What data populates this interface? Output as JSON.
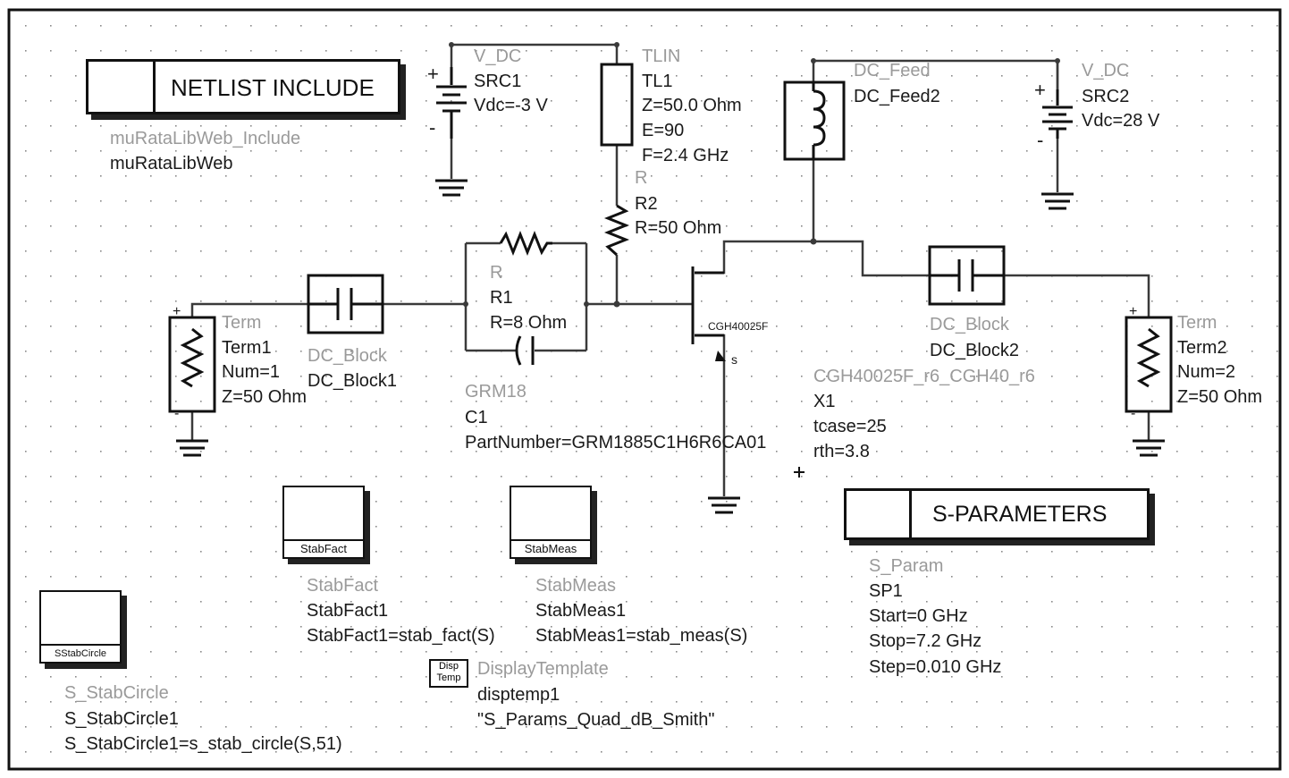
{
  "netlist_include": {
    "title": "NETLIST INCLUDE",
    "type": "muRataLibWeb_Include",
    "name": "muRataLibWeb"
  },
  "src1": {
    "type": "V_DC",
    "name": "SRC1",
    "value": "Vdc=-3 V"
  },
  "tl1": {
    "type": "TLIN",
    "name": "TL1",
    "z": "Z=50.0 Ohm",
    "e": "E=90",
    "f": "F=2.4 GHz"
  },
  "r2": {
    "type": "R",
    "name": "R2",
    "value": "R=50 Ohm"
  },
  "r1": {
    "type": "R",
    "name": "R1",
    "value": "R=8 Ohm"
  },
  "dc_feed2": {
    "type": "DC_Feed",
    "name": "DC_Feed2"
  },
  "src2": {
    "type": "V_DC",
    "name": "SRC2",
    "value": "Vdc=28 V"
  },
  "term1": {
    "type": "Term",
    "name": "Term1",
    "num": "Num=1",
    "z": "Z=50 Ohm"
  },
  "dc_block1": {
    "type": "DC_Block",
    "name": "DC_Block1"
  },
  "c1": {
    "type": "GRM18",
    "name": "C1",
    "part": "PartNumber=GRM1885C1H6R6CA01"
  },
  "x1": {
    "device": "CGH40025F",
    "s_pin": "s",
    "type": "CGH40025F_r6_CGH40_r6",
    "name": "X1",
    "tcase": "tcase=25",
    "rth": "rth=3.8"
  },
  "dc_block2": {
    "type": "DC_Block",
    "name": "DC_Block2"
  },
  "term2": {
    "type": "Term",
    "name": "Term2",
    "num": "Num=2",
    "z": "Z=50 Ohm"
  },
  "stabfact": {
    "icon": "StabFact",
    "type": "StabFact",
    "name": "StabFact1",
    "expr": "StabFact1=stab_fact(S)"
  },
  "stabmeas": {
    "icon": "StabMeas",
    "type": "StabMeas",
    "name": "StabMeas1",
    "expr": "StabMeas1=stab_meas(S)"
  },
  "sparams": {
    "title": "S-PARAMETERS",
    "type": "S_Param",
    "name": "SP1",
    "start": "Start=0 GHz",
    "stop": "Stop=7.2 GHz",
    "step": "Step=0.010 GHz"
  },
  "stabcircle": {
    "icon": "SStabCircle",
    "type": "S_StabCircle",
    "name": "S_StabCircle1",
    "expr": "S_StabCircle1=s_stab_circle(S,51)"
  },
  "display_template": {
    "icon_top": "Disp",
    "icon_bottom": "Temp",
    "type": "DisplayTemplate",
    "name": "disptemp1",
    "value": "\"S_Params_Quad_dB_Smith\""
  },
  "plus_sign": "+",
  "minus_sign": "-",
  "colors": {
    "wire": "#3a3a3a",
    "component": "#111111",
    "grid_dot": "#8a8a8a",
    "label": "#1a1a1a",
    "type_label": "#9a9a9a"
  }
}
